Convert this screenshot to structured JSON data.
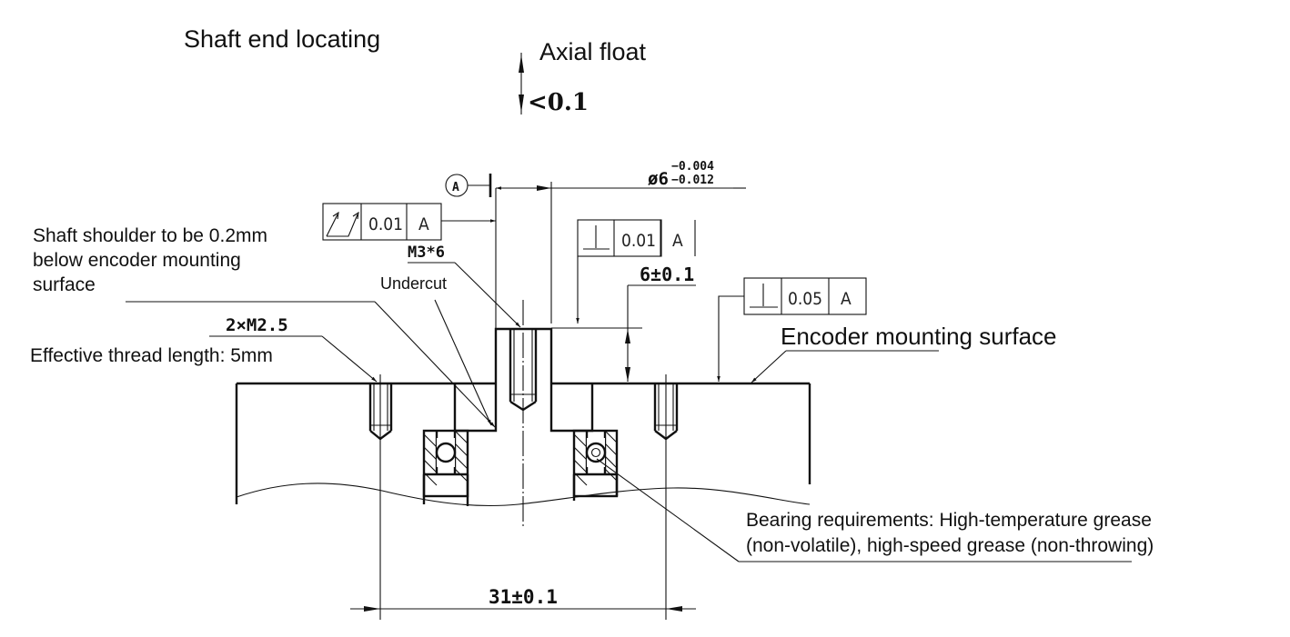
{
  "title": "Shaft end locating",
  "axial_float": {
    "label": "Axial float",
    "value": "<0.1"
  },
  "datum": {
    "letter": "A"
  },
  "shaft_diameter": {
    "symbol": "ø6",
    "upper_tol": "−0.004",
    "lower_tol": "−0.012"
  },
  "feature_frames": [
    {
      "id": "total-runout",
      "symbol": "total-runout-icon",
      "tolerance": "0.01",
      "datum": "A"
    },
    {
      "id": "perpendicularity-shaft",
      "symbol": "perpendicularity-icon",
      "tolerance": "0.01",
      "datum": "A"
    },
    {
      "id": "perpendicularity-surface",
      "symbol": "perpendicularity-icon",
      "tolerance": "0.05",
      "datum": "A"
    }
  ],
  "dimensions": {
    "shaft_height": "6±0.1",
    "hole_spacing": "31±0.1",
    "center_thread": "M3*6",
    "side_threads": "2×M2.5"
  },
  "notes": {
    "shoulder": [
      "Shaft shoulder to be 0.2mm",
      "below encoder mounting",
      "surface"
    ],
    "undercut": "Undercut",
    "thread_length": "Effective thread length: 5mm",
    "mounting_surface": "Encoder mounting surface",
    "bearing": [
      "Bearing requirements: High-temperature grease",
      "(non-volatile), high-speed grease (non-throwing)"
    ]
  }
}
